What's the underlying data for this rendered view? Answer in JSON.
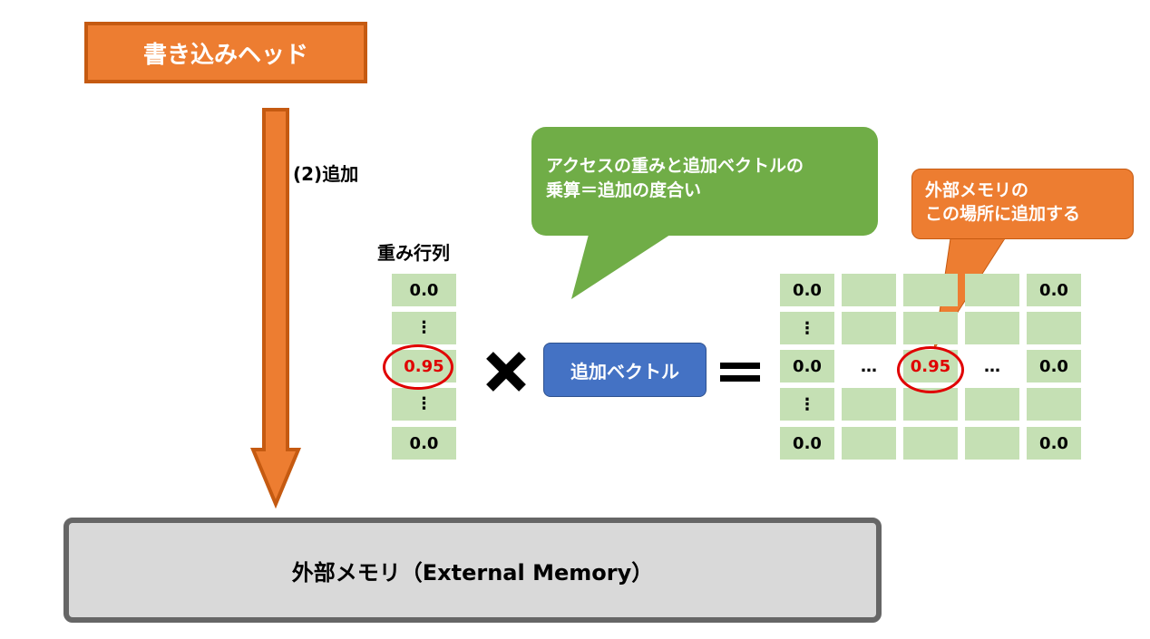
{
  "write_head": {
    "label": "書き込みヘッド"
  },
  "arrow_label": "(2)追加",
  "weight_matrix": {
    "title": "重み行列",
    "cells": [
      "0.0",
      "⋮",
      "0.95",
      "⋮",
      "0.0"
    ]
  },
  "multiply_symbol": "×",
  "add_vector": {
    "label": "追加ベクトル"
  },
  "equals_symbol": "=",
  "green_callout": {
    "line1": "アクセスの重みと追加ベクトルの",
    "line2": "乗算＝追加の度合い"
  },
  "orange_callout": {
    "line1": "外部メモリの",
    "line2": "この場所に追加する"
  },
  "result_grid": {
    "rows": [
      [
        "0.0",
        "",
        "",
        "",
        "0.0"
      ],
      [
        "⋮",
        "",
        "",
        "",
        ""
      ],
      [
        "0.0",
        "…",
        "0.95",
        "…",
        "0.0"
      ],
      [
        "⋮",
        "",
        "",
        "",
        ""
      ],
      [
        "0.0",
        "",
        "",
        "",
        "0.0"
      ]
    ]
  },
  "external_memory": {
    "label": "外部メモリ（External Memory）"
  },
  "colors": {
    "orange": "#ed7d31",
    "orange_border": "#c55a11",
    "green": "#70ad47",
    "cell_green": "#c5e0b4",
    "blue": "#4472c4",
    "highlight_red": "#e00000",
    "memory_gray": "#d9d9d9"
  }
}
